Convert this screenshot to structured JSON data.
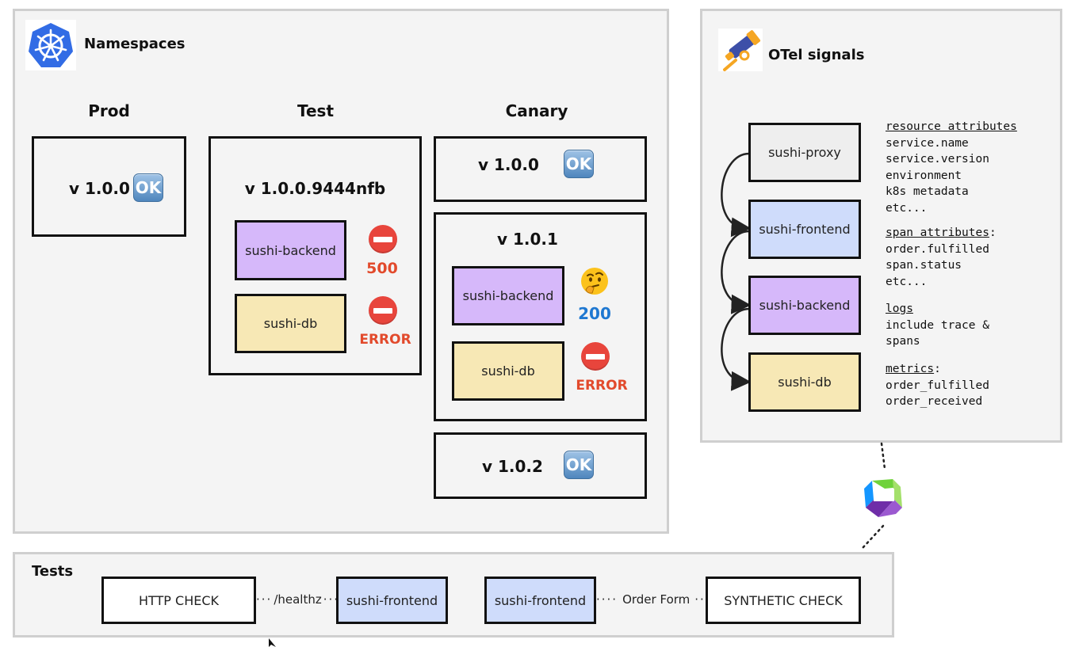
{
  "namespaces": {
    "title": "Namespaces",
    "icon": "kubernetes-icon",
    "columns": {
      "prod": {
        "label": "Prod",
        "version": "v 1.0.0",
        "status": "OK"
      },
      "test": {
        "label": "Test",
        "version": "v 1.0.0.9444nfb",
        "services": [
          {
            "name": "sushi-backend",
            "result": "500",
            "icon": "no-entry-icon"
          },
          {
            "name": "sushi-db",
            "result": "ERROR",
            "icon": "no-entry-icon"
          }
        ]
      },
      "canary": {
        "label": "Canary",
        "v100": {
          "version": "v 1.0.0",
          "status": "OK"
        },
        "v101": {
          "version": "v 1.0.1",
          "services": [
            {
              "name": "sushi-backend",
              "result": "200",
              "icon": "thinking-face-icon"
            },
            {
              "name": "sushi-db",
              "result": "ERROR",
              "icon": "no-entry-icon"
            }
          ]
        },
        "v102": {
          "version": "v 1.0.2",
          "status": "OK"
        }
      }
    }
  },
  "otel": {
    "title": "OTel signals",
    "icon": "telescope-icon",
    "services": [
      "sushi-proxy",
      "sushi-frontend",
      "sushi-backend",
      "sushi-db"
    ],
    "signals": [
      {
        "heading": "resource attributes",
        "suffix": "",
        "lines": [
          "service.name",
          "service.version",
          "environment",
          "k8s metadata",
          "etc..."
        ]
      },
      {
        "heading": "span attributes",
        "suffix": ":",
        "lines": [
          "order.fulfilled",
          "span.status",
          "etc..."
        ]
      },
      {
        "heading": "logs",
        "suffix": "",
        "lines": [
          "include trace &",
          "spans"
        ]
      },
      {
        "heading": "metrics",
        "suffix": ":",
        "lines": [
          "order_fulfilled",
          "order_received"
        ]
      }
    ]
  },
  "tests": {
    "title": "Tests",
    "http_check": "HTTP CHECK",
    "http_path": "/healthz",
    "frontend_a": "sushi-frontend",
    "frontend_b": "sushi-frontend",
    "order_form": "Order Form",
    "synthetic_check": "SYNTHETIC CHECK"
  },
  "colors": {
    "panel_bg": "#f4f4f4",
    "backend": "#d6b8fa",
    "db": "#f7e8b5",
    "frontend": "#cfdcfb",
    "error_red": "#e24a2c",
    "success_blue": "#1f78d1"
  }
}
